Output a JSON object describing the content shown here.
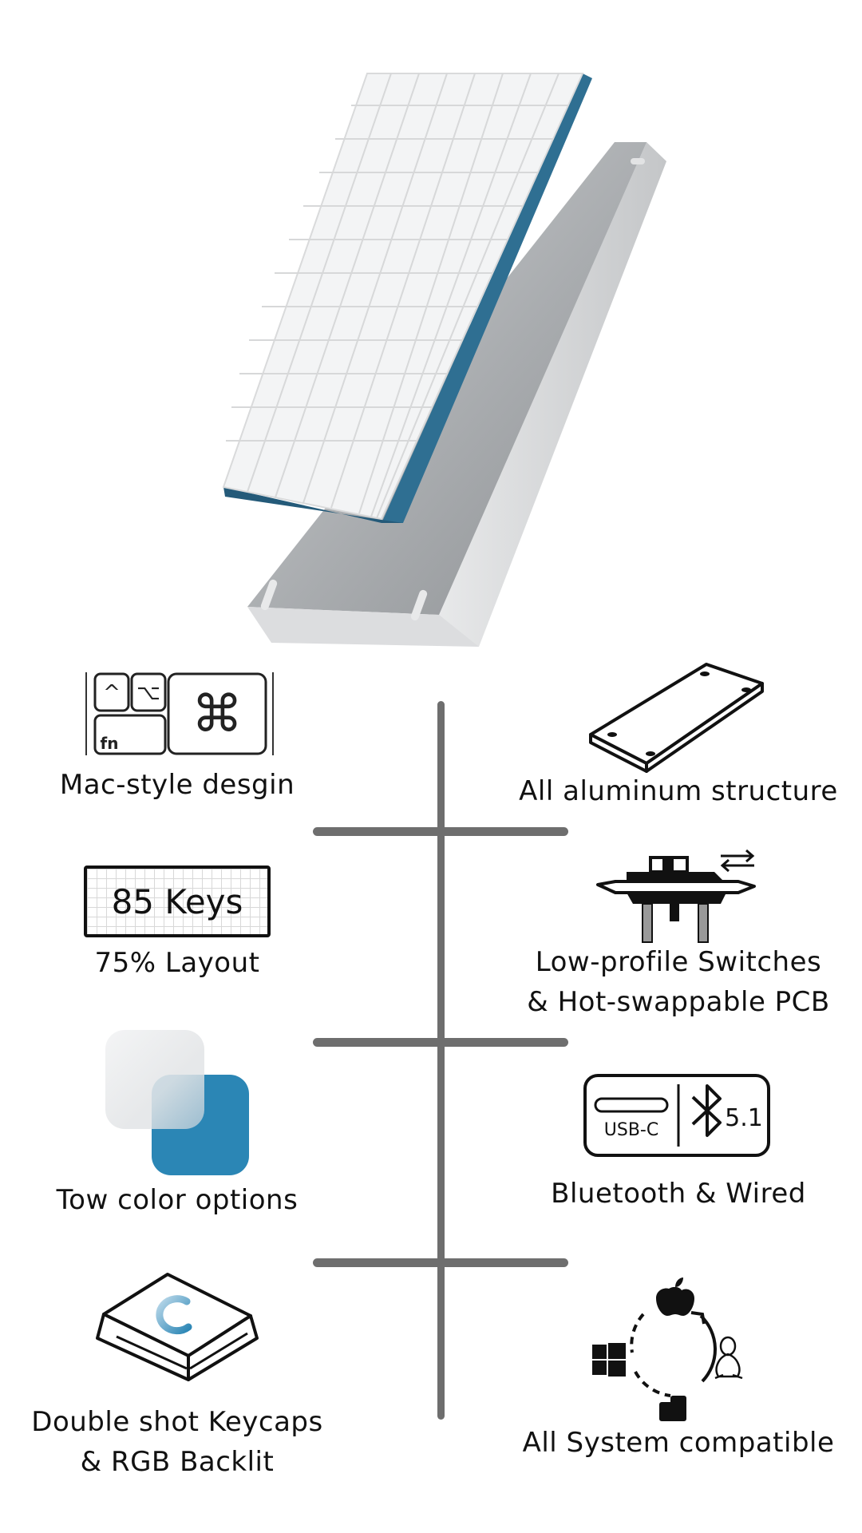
{
  "brand_accent": "#2b86b5",
  "features": {
    "mac_style": {
      "label": "Mac-style desgin",
      "icon": "mac-keys-icon",
      "key_fn": "fn",
      "key_ctrl": "^",
      "key_opt": "⌥",
      "key_cmd": "⌘"
    },
    "aluminum": {
      "label": "All aluminum structure",
      "icon": "aluminum-case-icon"
    },
    "layout": {
      "label": "75% Layout",
      "icon": "keys-grid-icon",
      "keys_text": "85 Keys"
    },
    "switches": {
      "line1": "Low-profile Switches",
      "line2": "& Hot-swappable PCB",
      "icon": "switch-icon"
    },
    "colors": {
      "label": "Tow color options",
      "icon": "color-swatch-icon"
    },
    "connectivity": {
      "label": "Bluetooth & Wired",
      "icon": "connectivity-icon",
      "usb_text": "USB-C",
      "bt_version": "5.1"
    },
    "keycaps": {
      "line1": "Double shot Keycaps",
      "line2": "& RGB Backlit",
      "icon": "keycap-icon"
    },
    "systems": {
      "label": "All System compatible",
      "icon": "os-cycle-icon"
    }
  }
}
